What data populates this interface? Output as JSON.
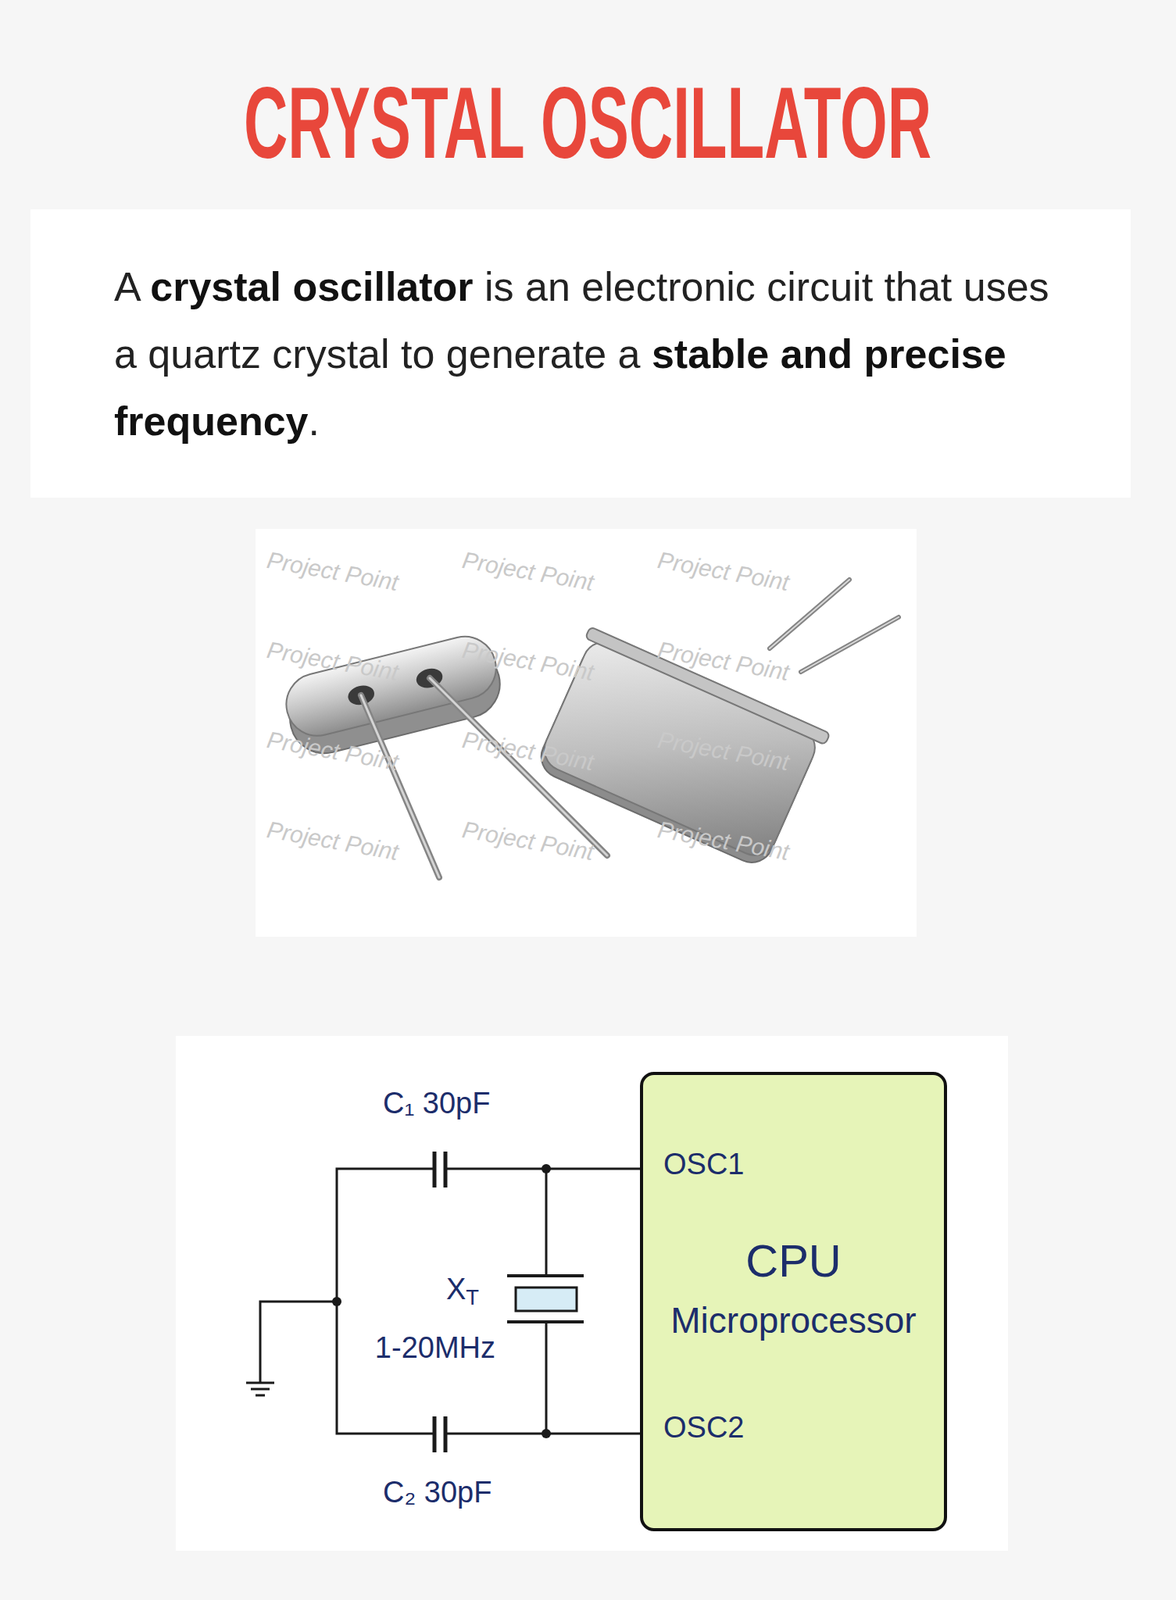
{
  "diagram": {
    "title": "CRYSTAL OSCILLATOR",
    "nodes": [
      {
        "text": [
          "A crystal oscillator is an electronic circuit that uses a quartz crystal to generate a stable and precise frequency."
        ]
      },
      {
        "text": [
          "CPU",
          "Microprocessor"
        ]
      }
    ],
    "labels": [
      "Project Point",
      "Project Point",
      "Project Point",
      "Project Point",
      "Project Point",
      "Project Point",
      "Project Point",
      "Project Point",
      "Project Point",
      "Project Point",
      "Project Point",
      "Project Point",
      "C₁ 30pF",
      "XT",
      "1-20MHz",
      "C₂ 30pF",
      "OSC1",
      "OSC2"
    ]
  }
}
